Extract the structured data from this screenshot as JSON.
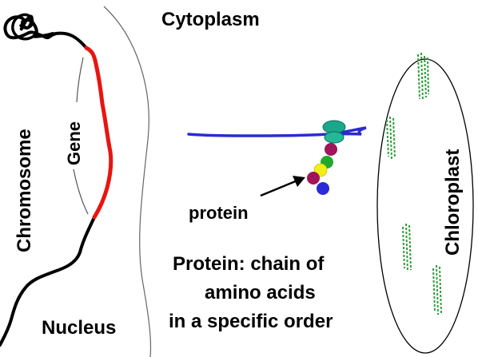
{
  "labels": {
    "cytoplasm": "Cytoplasm",
    "chromosome": "Chromosome",
    "gene": "Gene",
    "protein": "protein",
    "nucleus": "Nucleus",
    "chloroplast": "Chloroplast",
    "caption_line1": "Protein: chain of",
    "caption_line2": "amino acids",
    "caption_line3": "in a specific order"
  },
  "colors": {
    "chromosome": "#000000",
    "gene": "#e8150f",
    "mrna": "#2b2bd0",
    "ribosome": "#1aa88a",
    "thylakoid": "#2e9e3a",
    "amino_acids": [
      "#a0145a",
      "#22a82e",
      "#f2ee1a",
      "#a0145a",
      "#2a2ad6"
    ]
  },
  "icons": [
    "ribosome-icon",
    "amino-acid-bead-icon",
    "thylakoid-icon",
    "arrow-icon"
  ]
}
